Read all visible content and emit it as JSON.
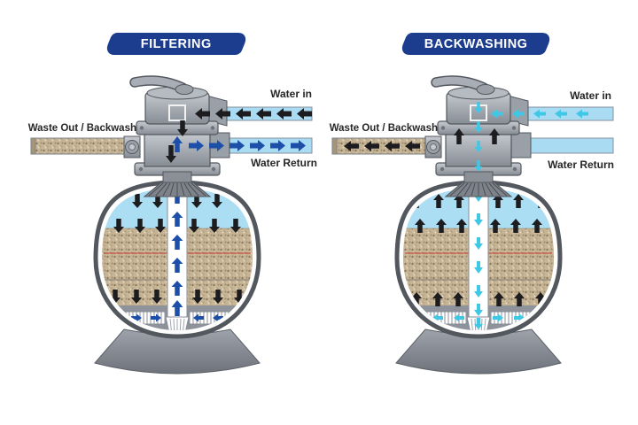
{
  "figure": {
    "title": "Sand filter valve flow diagram",
    "background": "#ffffff"
  },
  "colors": {
    "banner_bg": "#1c3d8e",
    "banner_text": "#ffffff",
    "pipe_water": "#a9dbf3",
    "pipe_outline": "#84919c",
    "waste_pipe_base": "#c7b494",
    "arrow_black": "#1d1d20",
    "arrow_blue": "#1e4fa8",
    "arrow_cyan": "#3fc8e6",
    "tank_water": "#abddf3",
    "sand": "#c7b494",
    "sand_line_red": "#c23b2e",
    "sand_line_dark": "#5f6166",
    "tank_bottom_gray": "#8d929b",
    "tank_outline": "#53575e",
    "metal_light": "#c6cad0",
    "metal_dark": "#878d95",
    "white_pipe": "#ffffff"
  },
  "diagrams": [
    {
      "banner": "FILTERING",
      "labels": {
        "waste_out": "Waste Out / Backwash",
        "water_in": "Water in",
        "water_return": "Water Return"
      },
      "flow": {
        "mode": "filtering",
        "water_in": {
          "active": true,
          "direction": "in",
          "arrow_color": "black"
        },
        "water_return": {
          "active": true,
          "direction": "out",
          "arrow_color": "blue"
        },
        "waste_out": {
          "active": false,
          "arrow_color": "black"
        },
        "tank_arrows": "down",
        "center_pipe": {
          "direction": "up",
          "arrow_color": "blue"
        },
        "laterals": "inward"
      }
    },
    {
      "banner": "BACKWASHING",
      "labels": {
        "waste_out": "Waste Out / Backwash",
        "water_in": "Water in",
        "water_return": "Water Return"
      },
      "flow": {
        "mode": "backwashing",
        "water_in": {
          "active": true,
          "direction": "in",
          "arrow_color": "cyan"
        },
        "water_return": {
          "active": false,
          "arrow_color": "blue"
        },
        "waste_out": {
          "active": true,
          "direction": "out",
          "arrow_color": "black"
        },
        "tank_arrows": "up",
        "center_pipe": {
          "direction": "down",
          "arrow_color": "cyan"
        },
        "laterals": "outward"
      }
    }
  ]
}
